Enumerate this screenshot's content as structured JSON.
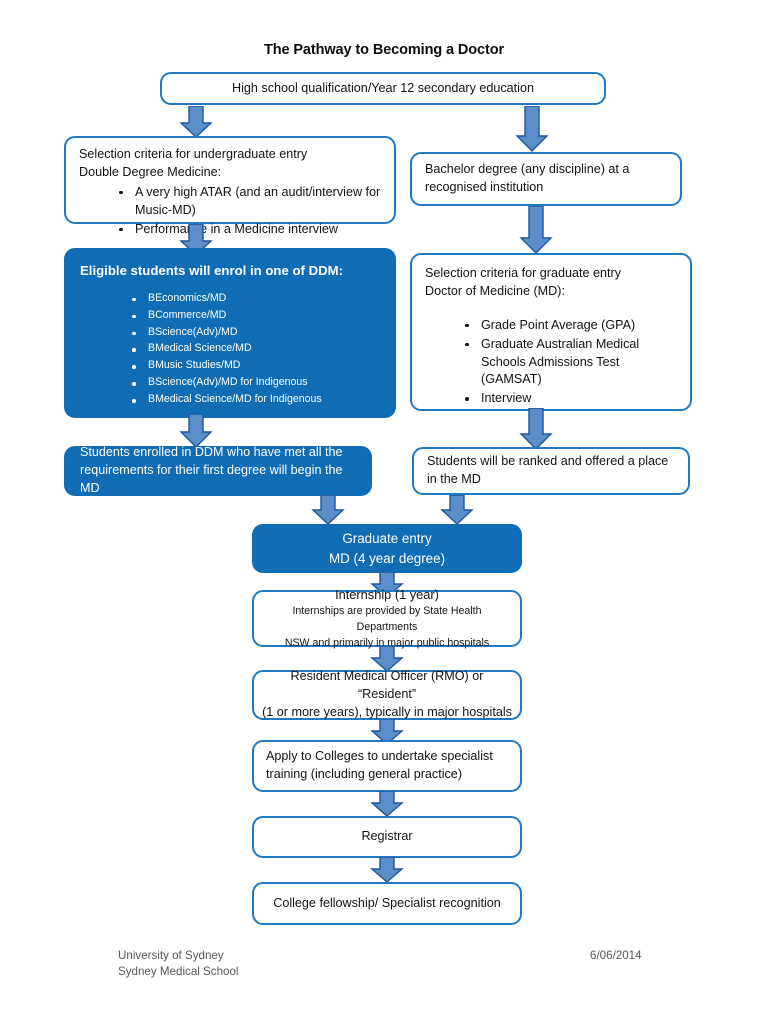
{
  "title": "The Pathway to Becoming a Doctor",
  "colors": {
    "box_border": "#1F7AC4",
    "box_fill": "#0F6CB5",
    "arrow_fill": "#5B8FC9",
    "arrow_stroke": "#21559B",
    "text_dark": "#131313",
    "text_light": "#FFFFFF",
    "footer_text": "#595959"
  },
  "nodes": {
    "high_school": {
      "text": "High school qualification/Year 12 secondary education"
    },
    "undergrad_criteria": {
      "line1": "Selection criteria for undergraduate entry",
      "line2": "Double Degree Medicine:",
      "bullets": [
        "A very high ATAR (and an audit/interview for Music-MD)",
        "Performance in a Medicine interview"
      ]
    },
    "ddm_enrol": {
      "heading": "Eligible students will enrol in one of DDM:",
      "bullets": [
        "BEconomics/MD",
        "BCommerce/MD",
        "BScience(Adv)/MD",
        "BMedical Science/MD",
        "BMusic Studies/MD",
        "BScience(Adv)/MD for Indigenous",
        "BMedical Science/MD for Indigenous"
      ]
    },
    "ddm_first_degree": {
      "text": "Students enrolled in DDM who have met all the requirements for their first degree will begin the MD"
    },
    "bachelor_degree": {
      "text": "Bachelor degree (any discipline) at a recognised institution"
    },
    "graduate_criteria": {
      "line1": "Selection criteria for graduate entry",
      "line2": "Doctor of Medicine (MD):",
      "bullets": [
        "Grade Point Average (GPA)",
        "Graduate Australian Medical Schools Admissions Test (GAMSAT)",
        "Interview"
      ]
    },
    "ranked_offered": {
      "text": "Students will be ranked and offered a place in the MD"
    },
    "graduate_entry": {
      "line1": "Graduate entry",
      "line2": "MD (4 year degree)"
    },
    "internship": {
      "heading": "Internship (1 year)",
      "line1": "Internships are provided by State Health Departments",
      "line2": "NSW and primarily in major public hospitals"
    },
    "rmo": {
      "line1": "Resident Medical Officer (RMO) or “Resident”",
      "line2": "(1 or more years), typically in major hospitals"
    },
    "colleges": {
      "line1": "Apply to Colleges to undertake specialist",
      "line2": "training (including general practice)"
    },
    "registrar": {
      "text": "Registrar"
    },
    "fellowship": {
      "text": "College fellowship/ Specialist recognition"
    }
  },
  "footer": {
    "org_line1": "University of Sydney",
    "org_line2": "Sydney Medical School",
    "date": "6/06/2014"
  }
}
